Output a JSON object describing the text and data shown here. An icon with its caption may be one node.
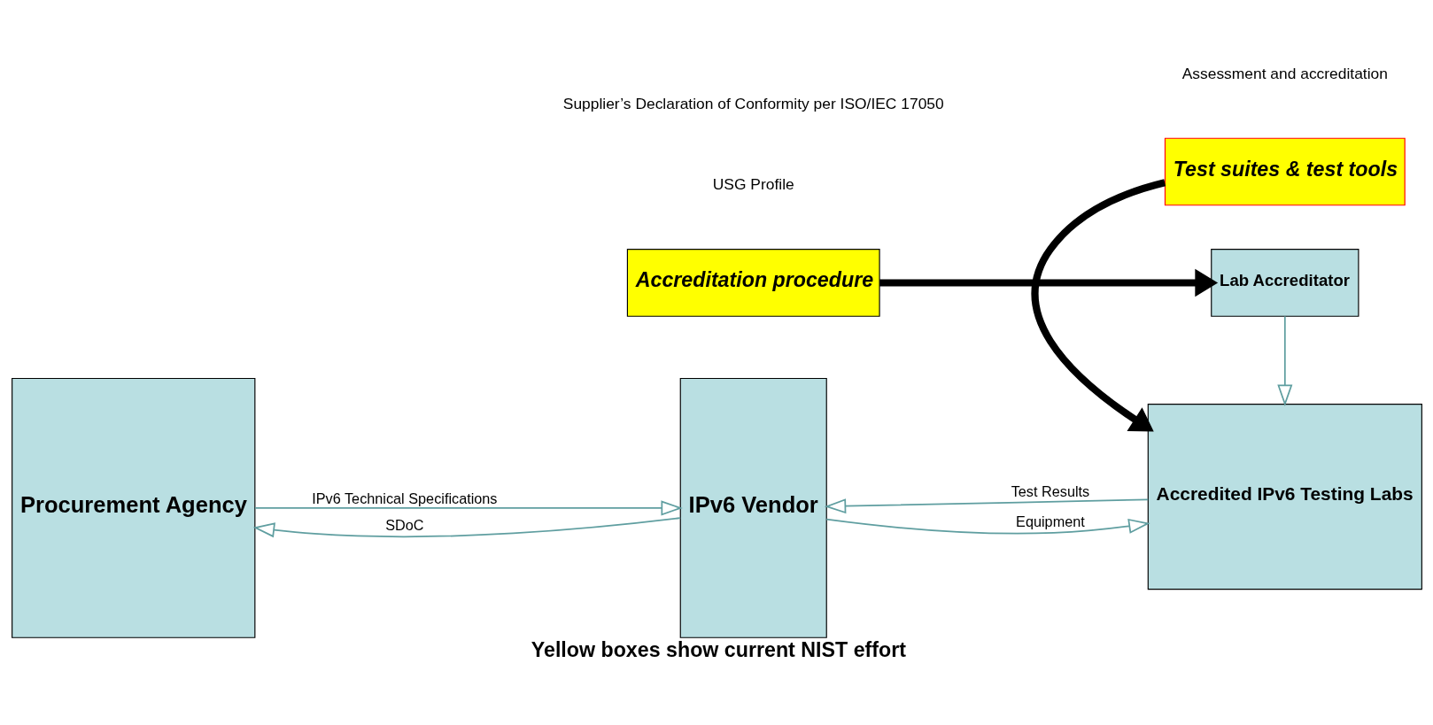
{
  "diagram": {
    "caption": "Yellow boxes show current NIST effort",
    "nodes": [
      {
        "text": [
          "Procurement Agency"
        ]
      },
      {
        "text": [
          "IPv6 Vendor"
        ]
      },
      {
        "text": [
          "Accredited IPv6 Testing Labs"
        ]
      },
      {
        "text": [
          "Lab Accreditator"
        ]
      },
      {
        "text": [
          "Test suites & test tools"
        ]
      },
      {
        "text": [
          "Accreditation procedure"
        ]
      }
    ],
    "edges": [
      {
        "from": 0,
        "to": 1,
        "arrow": "to",
        "label": "IPv6 Technical Specifications"
      },
      {
        "from": 1,
        "to": 2,
        "arrow": "to",
        "label": "Equipment"
      },
      {
        "from": 2,
        "to": 1,
        "arrow": "to",
        "label": "Test Results"
      },
      {
        "from": 1,
        "to": 0,
        "arrow": "to",
        "label": "SDoC"
      },
      {
        "from": 3,
        "to": 2,
        "arrow": "to"
      },
      {
        "from": 4,
        "to": 2,
        "arrow": "to",
        "style": "thick",
        "color": "#000000"
      },
      {
        "from": 5,
        "to": 3,
        "arrow": "to",
        "style": "thick",
        "color": "#000000"
      }
    ],
    "labels": [
      "USG Profile",
      "Supplier’s Declaration of Conformity per ISO/IEC 17050",
      "Assessment and accreditation"
    ]
  }
}
